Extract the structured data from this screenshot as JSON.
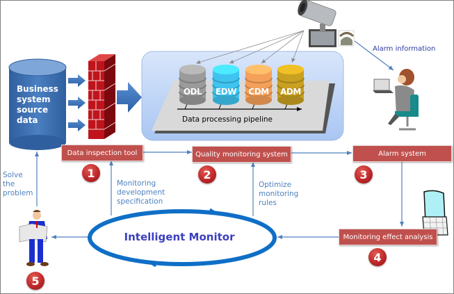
{
  "source_db": {
    "label_lines": [
      "Business",
      "system",
      "source",
      "data"
    ]
  },
  "pipeline": {
    "label": "Data processing pipeline",
    "layers": [
      {
        "name": "ODL",
        "color": "#9b9b9b"
      },
      {
        "name": "EDW",
        "color": "#3fc4f0"
      },
      {
        "name": "CDM",
        "color": "#f5a05a"
      },
      {
        "name": "ADM",
        "color": "#c9a020"
      }
    ]
  },
  "steps": [
    {
      "number": "1",
      "label": "Data inspection tool"
    },
    {
      "number": "2",
      "label": "Quality monitoring system"
    },
    {
      "number": "3",
      "label": "Alarm system"
    },
    {
      "number": "4",
      "label": "Monitoring effect analysis"
    },
    {
      "number": "5",
      "label": ""
    }
  ],
  "center": {
    "label": "Intelligent Monitor"
  },
  "notes": {
    "solve": [
      "Solve",
      "the",
      "problem"
    ],
    "monitoring_spec": [
      "Monitoring",
      "development",
      "specification"
    ],
    "optimize": [
      "Optimize",
      "monitoring",
      "rules"
    ],
    "alarm_info": "Alarm information"
  },
  "colors": {
    "step_box": "#c0504d",
    "note_text": "#4f81bd",
    "ring": "#0f6fc6",
    "center_text": "#3b3fbf",
    "db_blue": "#3d70b0"
  }
}
